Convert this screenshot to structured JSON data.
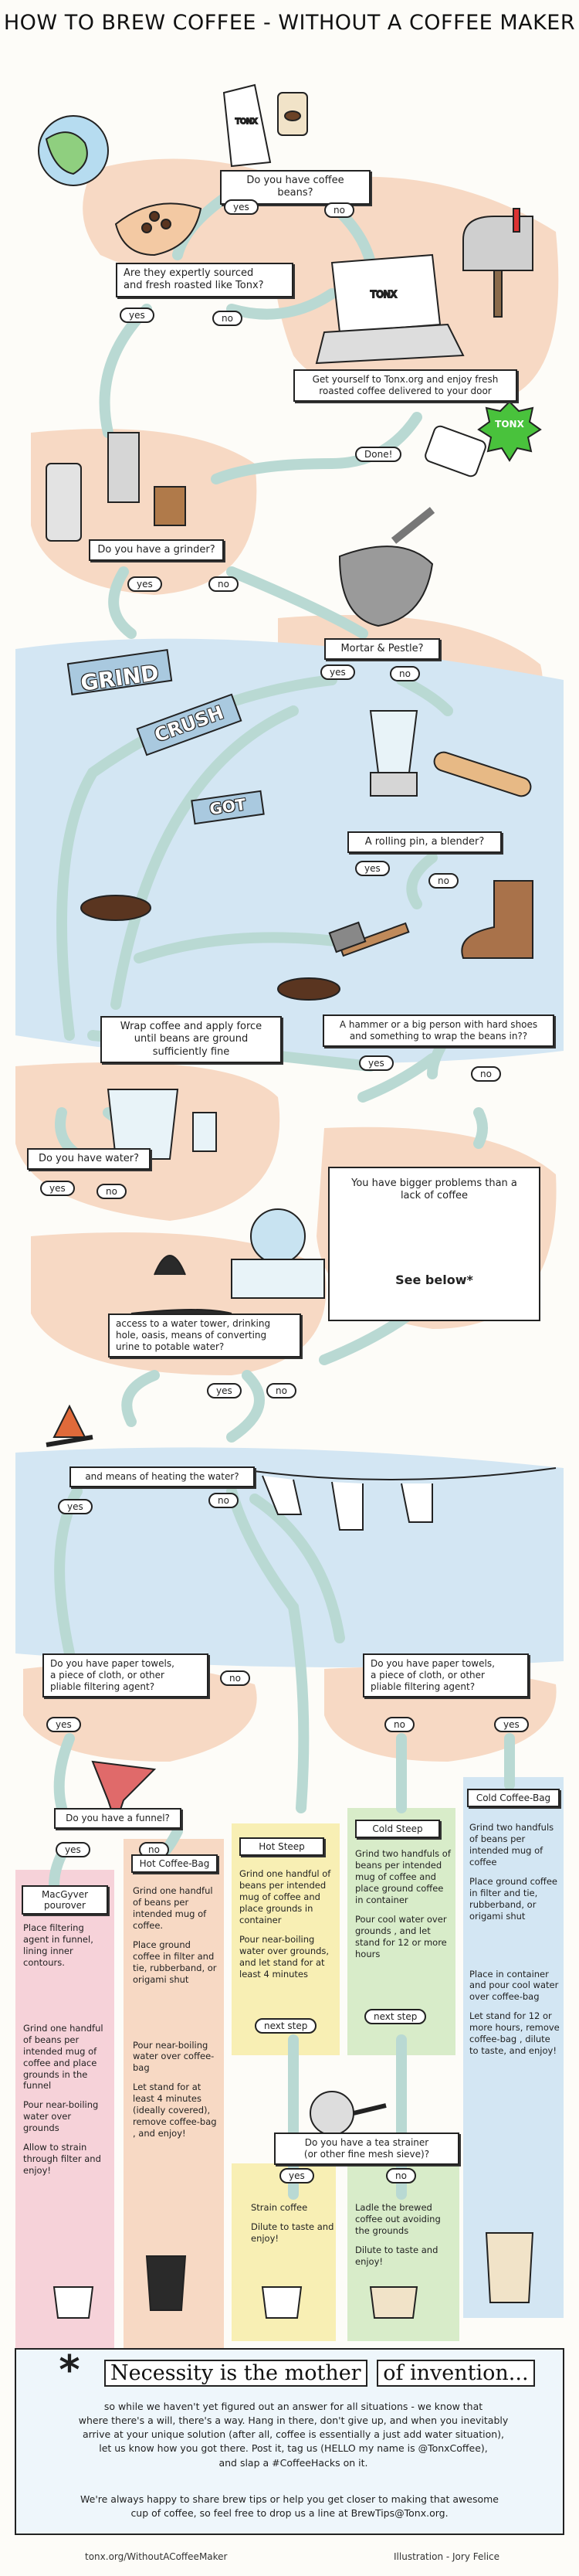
{
  "title": "HOW TO BREW COFFEE - WITHOUT A COFFEE MAKER",
  "colors": {
    "peach": "#f7d9c4",
    "blue": "#d3e6f3",
    "yellow": "#f8efb4",
    "green": "#d8ecc9",
    "pink": "#f6d2d9",
    "gray": "#e9e9e9",
    "arrow": "#b9d9d3",
    "badge": "#49c23c"
  },
  "icons": [
    "globe-icon",
    "coffee-bag-icon",
    "beans-jar-icon",
    "hands-beans-icon",
    "mailbox-icon",
    "laptop-icon",
    "phone-icon",
    "grinder-icon",
    "mortar-pestle-icon",
    "blender-icon",
    "rolling-pin-icon",
    "hammer-icon",
    "boot-icon",
    "pitcher-icon",
    "water-tower-icon",
    "oasis-icon",
    "campfire-icon",
    "clothesline-icon",
    "funnel-icon",
    "teapot-icon",
    "strainer-icon",
    "mug-icon"
  ],
  "nodes": {
    "q_beans": "Do you have coffee beans?",
    "q_sourced_1": "Are they expertly sourced",
    "q_sourced_2": "and fresh roasted like Tonx?",
    "tonx_1": "Get yourself to Tonx.org and enjoy fresh",
    "tonx_2": "roasted coffee delivered to your door",
    "done": "Done!",
    "badge": "TONX",
    "q_grinder": "Do you have a grinder?",
    "q_mortar": "Mortar & Pestle?",
    "q_rolling": "A rolling pin, a blender?",
    "q_hammer_1": "A hammer or a big person with hard shoes",
    "q_hammer_2": "and something to wrap the beans in??",
    "wrap_1": "Wrap coffee and apply force",
    "wrap_2": "until beans are ground",
    "wrap_3": "sufficiently fine",
    "q_water": "Do you have water?",
    "bigger_1": "You have bigger problems than a",
    "bigger_2": "lack of coffee",
    "see_below": "See below*",
    "access_1": "access to a water tower, drinking",
    "access_2": "hole, oasis, means of converting",
    "access_3": "urine to potable water?",
    "q_heat": "and means of heating the water?",
    "paper_1": "Do you have paper towels,",
    "paper_2": "a piece of cloth, or other",
    "paper_3": "pliable filtering agent?",
    "q_funnel": "Do you have a funnel?",
    "q_strainer_1": "Do you have a tea strainer",
    "q_strainer_2": "(or other fine mesh sieve)?"
  },
  "answers": {
    "yes": "yes",
    "no": "no",
    "next_step": "next step"
  },
  "signs": {
    "grind": "GRIND",
    "crush": "CRUSH",
    "got": "GOT"
  },
  "methods": {
    "macgyver": {
      "title": "MacGyver pourover",
      "steps": [
        "Place filtering agent in funnel, lining inner contours.",
        "Grind one handful of beans per intended mug of coffee and place grounds in the funnel",
        "Pour near-boiling water over grounds",
        "Allow to strain through filter and enjoy!"
      ]
    },
    "hot_bag": {
      "title": "Hot Coffee-Bag",
      "steps": [
        "Grind one handful of beans per intended mug of coffee.",
        "Place ground coffee in filter and tie, rubberband, or origami shut",
        "Pour near-boiling water over coffee-bag",
        "Let stand for at least 4 minutes (ideally covered), remove coffee-bag , and enjoy!"
      ]
    },
    "hot_steep": {
      "title": "Hot Steep",
      "steps": [
        "Grind one handful of beans per intended mug of coffee and place grounds in container",
        "Pour near-boiling water over grounds, and let stand for at least 4 minutes"
      ]
    },
    "cold_steep": {
      "title": "Cold Steep",
      "steps": [
        "Grind two handfuls of beans per intended mug of coffee and place ground coffee in container",
        "Pour cool water over grounds , and let stand for 12 or more hours"
      ]
    },
    "cold_bag": {
      "title": "Cold Coffee-Bag",
      "steps": [
        "Grind two handfuls of beans per intended mug of coffee",
        "Place ground coffee in filter and tie, rubberband, or origami shut",
        "Place in container and pour cool water over coffee-bag",
        "Let stand for 12 or more hours, remove coffee-bag , dilute to taste, and enjoy!"
      ]
    },
    "strain": {
      "title": "Strain coffee",
      "steps": [
        "Dilute to taste and enjoy!"
      ]
    },
    "ladle": {
      "title": "Ladle the brewed coffee out avoiding the grounds",
      "steps": [
        "Dilute to taste and enjoy!"
      ]
    }
  },
  "footer": {
    "asterisk": "*",
    "headline_1": "Necessity is the mother",
    "headline_2": "of invention...",
    "para_1": "so while we haven't yet figured out an answer for all situations - we know that",
    "para_2": "where there's a will, there's a way. Hang in there, don't give up, and when you inevitably",
    "para_3": "arrive at your unique solution (after all, coffee is essentially a just add water situation),",
    "para_4": "let us know how you got there. Post it, tag us (HELLO my name is @TonxCoffee),",
    "para_5": "and slap a #CoffeeHacks on it.",
    "share_1": "We're always happy to share brew tips or help you get closer to making that awesome",
    "share_2": "cup of coffee, so feel free to drop us a line at BrewTips@Tonx.org.",
    "url": "tonx.org/WithoutACoffeeMaker",
    "credit": "Illustration - Jory Felice"
  }
}
